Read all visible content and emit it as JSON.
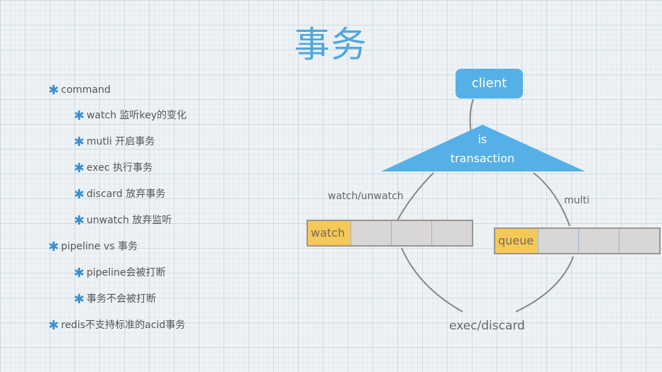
{
  "title": "事务",
  "bullets": [
    {
      "level": 0,
      "text": "command"
    },
    {
      "level": 1,
      "text": "watch 监听key的变化"
    },
    {
      "level": 1,
      "text": "mutli 开启事务"
    },
    {
      "level": 1,
      "text": "exec 执行事务"
    },
    {
      "level": 1,
      "text": "discard 放弃事务"
    },
    {
      "level": 1,
      "text": "unwatch 放弃监听"
    },
    {
      "level": 0,
      "text": "pipeline vs 事务"
    },
    {
      "level": 1,
      "text": "pipeline会被打断"
    },
    {
      "level": 1,
      "text": "事务不会被打断"
    },
    {
      "level": 0,
      "text": "redis不支持标准的acid事务"
    }
  ],
  "bullet_icon": "asterisk-icon",
  "diagram": {
    "client": "client",
    "decision_line1": "is",
    "decision_line2": "transaction",
    "left_edge_label": "watch/unwatch",
    "right_edge_label": "multi",
    "left_queue_head": "watch",
    "right_queue_head": "queue",
    "bottom_label": "exec/discard"
  },
  "colors": {
    "title": "#4fa7dc",
    "accent_blue": "#56b0e8",
    "queue_head": "#f5c85a",
    "queue_cell": "#d8d6d6"
  }
}
